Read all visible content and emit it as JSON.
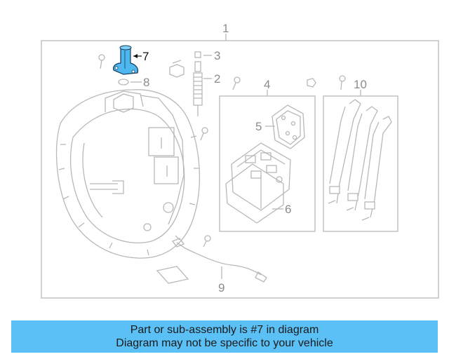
{
  "diagram": {
    "callouts": {
      "c1": "1",
      "c2": "2",
      "c3": "3",
      "c4": "4",
      "c5": "5",
      "c6": "6",
      "c7": "7",
      "c8": "8",
      "c9": "9",
      "c10": "10"
    },
    "highlight_color": "#4db8f0"
  },
  "banner": {
    "line1": "Part or sub-assembly is #7 in diagram",
    "line2": "Diagram may not be specific to your vehicle",
    "color": "#5bc0f5"
  }
}
